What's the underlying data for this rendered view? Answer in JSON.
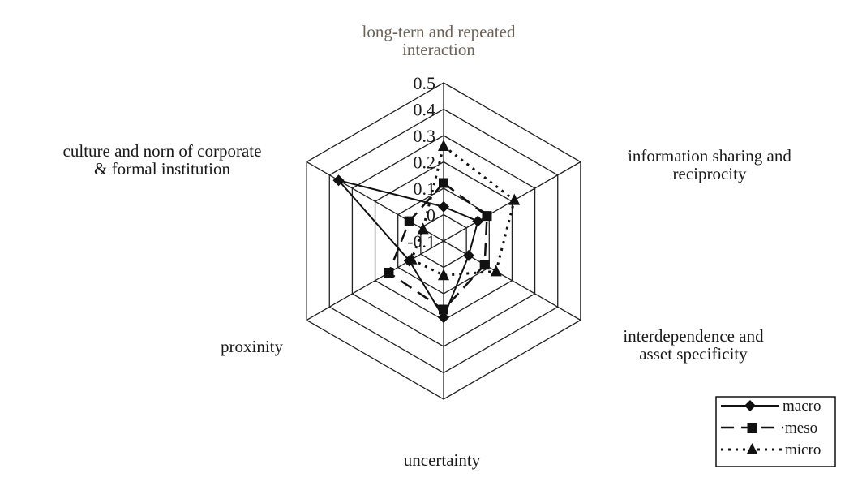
{
  "chart_data": {
    "type": "radar",
    "axes": [
      [
        "long-tern and repeated",
        "interaction"
      ],
      [
        "information sharing and",
        "reciprocity"
      ],
      [
        "interdependence and",
        "asset specificity"
      ],
      [
        "uncertainty"
      ],
      [
        "proxinity"
      ],
      [
        "culture and norn of corporate",
        "& formal institution"
      ]
    ],
    "ticks": [
      "0.5",
      "0.4",
      "0.3",
      "0.2",
      "0.1",
      "0",
      "-0.1"
    ],
    "range": [
      -0.1,
      0.5
    ],
    "grid": true,
    "legend": "bottom-right",
    "series": [
      {
        "name": "macro",
        "values": [
          0.03,
          0.05,
          0.01,
          0.19,
          0.05,
          0.36
        ],
        "line": "solid",
        "marker": "diamond"
      },
      {
        "name": "meso",
        "values": [
          0.12,
          0.09,
          0.08,
          0.16,
          0.14,
          0.05
        ],
        "line": "long-dash",
        "marker": "square"
      },
      {
        "name": "micro",
        "values": [
          0.26,
          0.21,
          0.13,
          0.03,
          0.04,
          -0.01
        ],
        "line": "dotted",
        "marker": "triangle"
      }
    ],
    "colors": {
      "lines": "#111111",
      "grid": "#222222"
    }
  }
}
